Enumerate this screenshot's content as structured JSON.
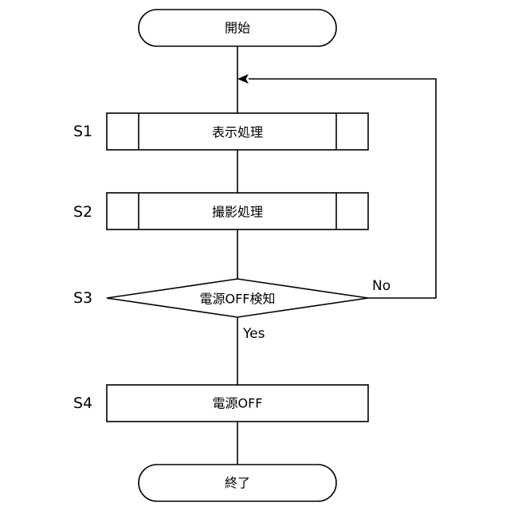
{
  "flowchart": {
    "start": {
      "label": "開始"
    },
    "steps": [
      {
        "id": "S1",
        "label": "表示処理",
        "shape": "predefined-process"
      },
      {
        "id": "S2",
        "label": "撮影処理",
        "shape": "predefined-process"
      },
      {
        "id": "S3",
        "label": "電源OFF検知",
        "shape": "decision"
      },
      {
        "id": "S4",
        "label": "電源OFF",
        "shape": "process"
      }
    ],
    "end": {
      "label": "終了"
    },
    "branches": {
      "no": "No",
      "yes": "Yes"
    }
  }
}
